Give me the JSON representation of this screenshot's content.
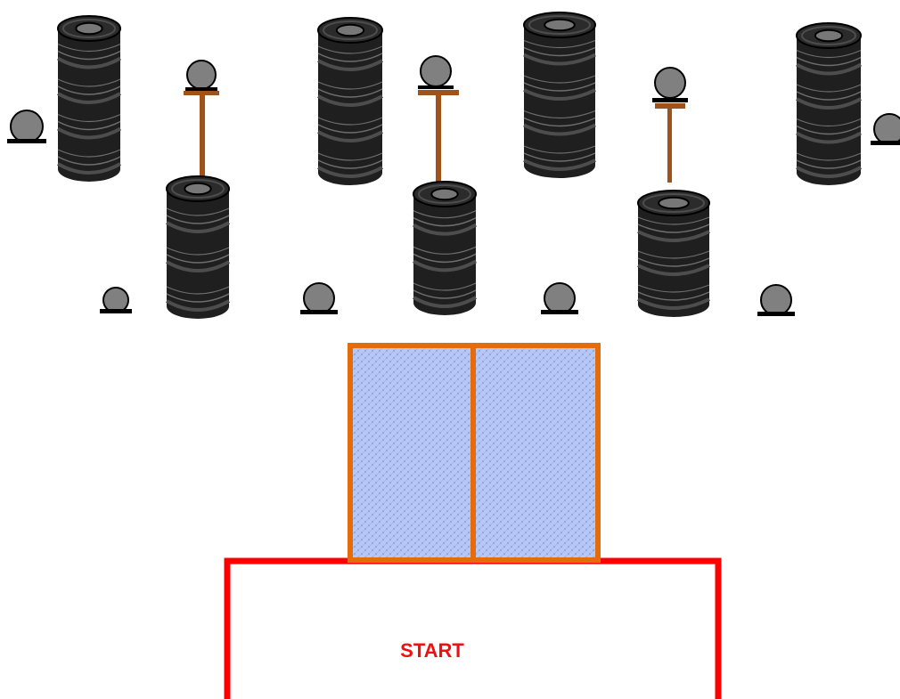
{
  "start_area": {
    "label": "START",
    "label_color": "#ee1111",
    "border_color": "#ff0000"
  },
  "water_pit": {
    "fill_color": "#b8c8f4",
    "texture_color": "#7f9ce6",
    "border_color": "#e46c0a",
    "sections": 2
  },
  "tire_color": "#1f1f1f",
  "tire_band_color": "#4d4d4d",
  "tire_edge_color": "#6e6e6e",
  "ball_color": "#808080",
  "post_color": "#a0521a",
  "obstacles": {
    "back_tire_stacks": 4,
    "front_tire_stacks": 3,
    "pole_crossbars": 3,
    "ground_balls": 6
  }
}
